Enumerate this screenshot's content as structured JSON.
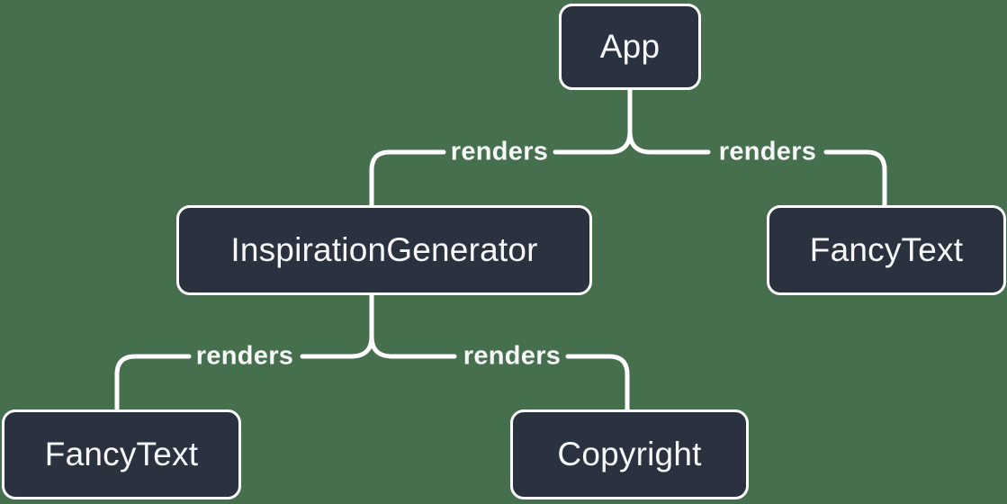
{
  "diagram": {
    "description": "React render tree diagram",
    "colors": {
      "background": "#46704D",
      "node_fill": "#2A3240",
      "node_border": "#FFFFFF",
      "node_text": "#F6F7F9",
      "edge_line": "#FFFFFF",
      "edge_label_text": "#F6F7F9"
    },
    "nodes": [
      {
        "id": "app",
        "label": "App"
      },
      {
        "id": "inspiration-generator",
        "label": "InspirationGenerator"
      },
      {
        "id": "fancy-text-right",
        "label": "FancyText"
      },
      {
        "id": "fancy-text-left",
        "label": "FancyText"
      },
      {
        "id": "copyright",
        "label": "Copyright"
      }
    ],
    "edges": [
      {
        "from": "App",
        "to": "InspirationGenerator",
        "label": "renders"
      },
      {
        "from": "App",
        "to": "FancyText",
        "label": "renders"
      },
      {
        "from": "InspirationGenerator",
        "to": "FancyText",
        "label": "renders"
      },
      {
        "from": "InspirationGenerator",
        "to": "Copyright",
        "label": "renders"
      }
    ]
  }
}
